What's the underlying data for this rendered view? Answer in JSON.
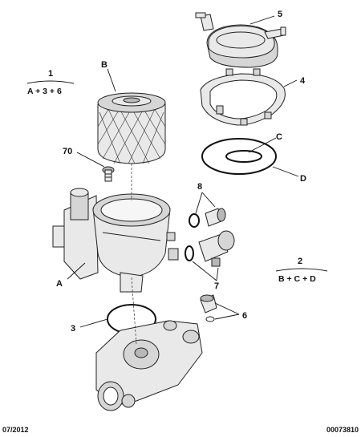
{
  "callouts": {
    "n1": "1",
    "n1_formula": "A + 3 + 6",
    "B": "B",
    "n70": "70",
    "A": "A",
    "n3": "3",
    "n5": "5",
    "n4": "4",
    "C": "C",
    "D": "D",
    "n8": "8",
    "n2": "2",
    "n2_formula": "B + C + D",
    "n7": "7",
    "n6": "6"
  },
  "footer": {
    "date": "07/2012",
    "ref": "00073810"
  }
}
